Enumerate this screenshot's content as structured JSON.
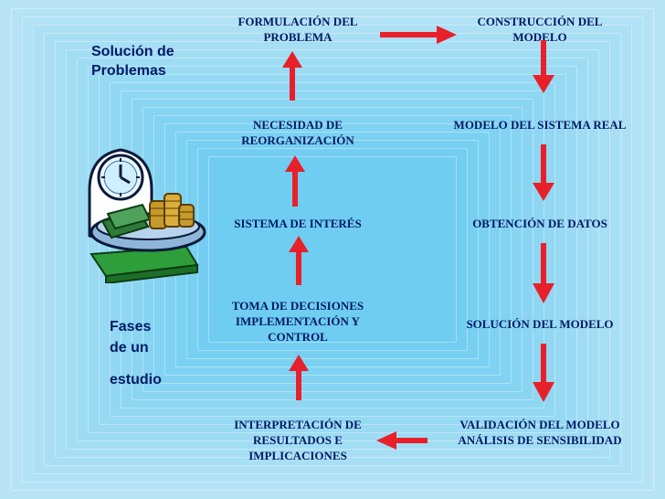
{
  "side_titles": {
    "main": "Solución de Problemas",
    "phases_line1": "Fases",
    "phases_line2": "de un",
    "phases_line3": "estudio"
  },
  "stages": {
    "formulacion": "FORMULACIÓN DEL PROBLEMA",
    "construccion": "CONSTRUCCIÓN DEL MODELO",
    "necesidad": "NECESIDAD DE REORGANIZACIÓN",
    "modelo_real": "MODELO DEL SISTEMA REAL",
    "sistema_interes": "SISTEMA DE INTERÉS",
    "obtencion": "OBTENCIÓN DE DATOS",
    "toma_decisiones": "TOMA DE DECISIONES IMPLEMENTACIÓN Y CONTROL",
    "solucion": "SOLUCIÓN DEL MODELO",
    "interpretacion": "INTERPRETACIÓN DE RESULTADOS E IMPLICACIONES",
    "validacion": "VALIDACIÓN DEL MODELO ANÁLISIS DE SENSIBILIDAD"
  },
  "icons": {
    "scale": "scale-with-clock-and-money-icon",
    "arrow": "red-arrow-icon"
  },
  "colors": {
    "arrow": "#e8202a",
    "text": "#001a66",
    "background_outer": "#b9e4f5",
    "background_inner": "#6fcdf1"
  }
}
